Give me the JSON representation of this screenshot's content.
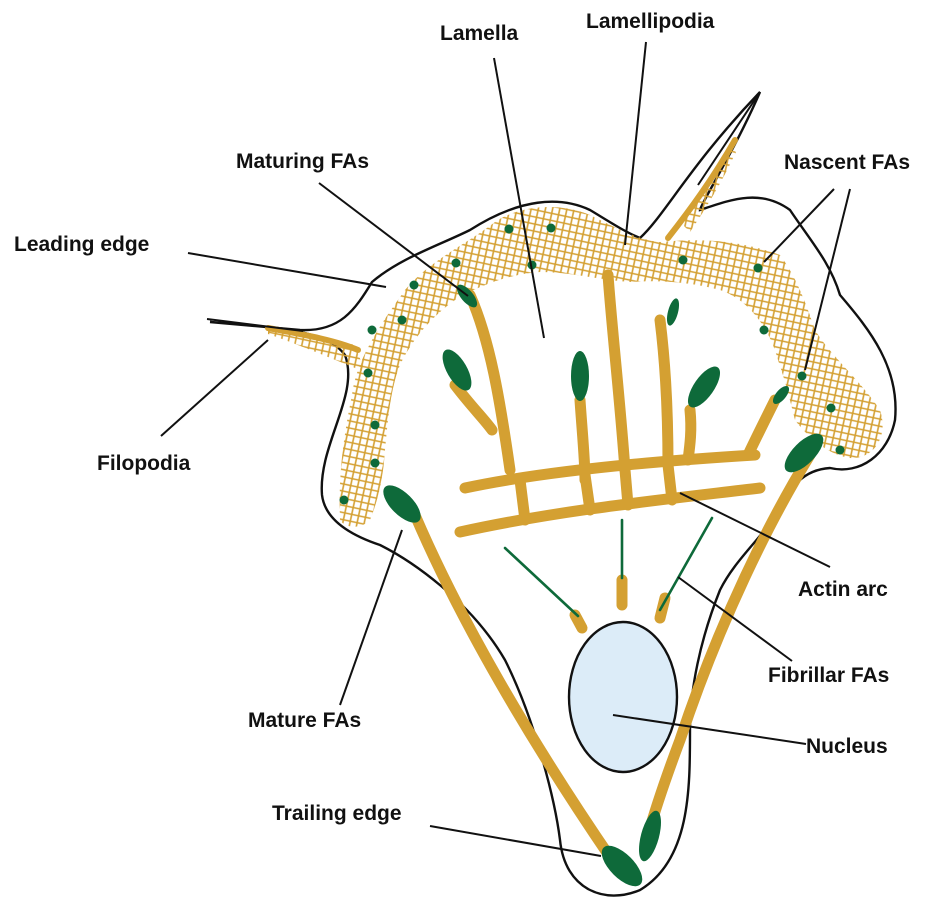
{
  "labels": {
    "lamella": "Lamella",
    "lamellipodia": "Lamellipodia",
    "maturing_fas": "Maturing FAs",
    "nascent_fas": "Nascent FAs",
    "leading_edge": "Leading edge",
    "filopodia": "Filopodia",
    "actin_arc": "Actin arc",
    "fibrillar_fas": "Fibrillar FAs",
    "mature_fas": "Mature FAs",
    "nucleus": "Nucleus",
    "trailing_edge": "Trailing edge"
  },
  "colors": {
    "actin": "#d4a032",
    "adhesion": "#0e6a3a",
    "nucleus_fill": "#dcecf8",
    "outline": "#111111"
  }
}
